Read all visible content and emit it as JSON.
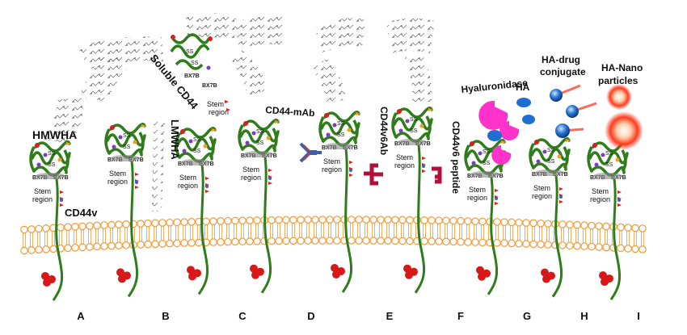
{
  "figure": {
    "panel_letters": [
      "A",
      "B",
      "C",
      "D",
      "E",
      "F",
      "G",
      "H",
      "I"
    ],
    "labels": {
      "hmwha": "HMWHA",
      "cd44v": "CD44v",
      "lmwha": "LMWHA",
      "soluble_cd44": "Soluble CD44",
      "cd44_mab": "CD44-mAb",
      "cd44v6ab": "CD44v6Ab",
      "cd44v6_peptide": "CD44v6 peptide",
      "hyaluronidase": "Hyaluronidase",
      "ha": "HA",
      "ha_drug_1": "HA-drug",
      "ha_drug_2": "conjugate",
      "ha_nano_1": "HA-Nano",
      "ha_nano_2": "particles"
    },
    "receptor_text": {
      "ss": "SS",
      "bxb": "BX7B",
      "stem_1": "Stem",
      "stem_2": "region"
    },
    "colors": {
      "receptor_green": "#2e7d1a",
      "membrane_orange": "#f39a3a",
      "antibody_blue": "#3b5fa8",
      "antibody_red": "#c23b3b",
      "v6ab_crimson": "#b0103a",
      "hyaluronidase_magenta": "#ff33cc",
      "ha_blue": "#1f6fd1",
      "nano_red": "#ff3b1f"
    }
  }
}
